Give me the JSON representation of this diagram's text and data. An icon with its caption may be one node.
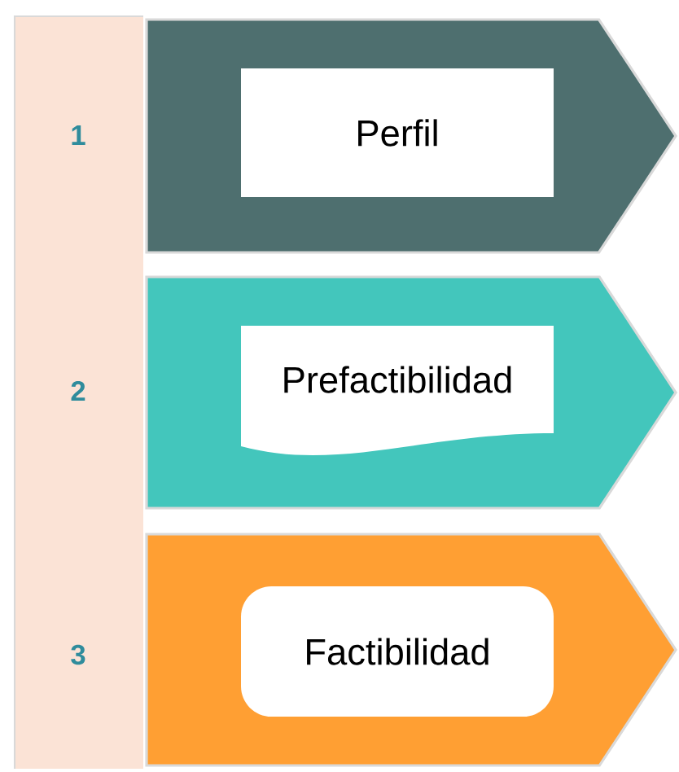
{
  "diagram": {
    "nodes": [
      {
        "text": [
          "1",
          "2",
          "3"
        ]
      },
      {
        "text": [],
        "shape": "arrow"
      },
      {
        "text": [
          "Perfil"
        ],
        "in": 1
      },
      {
        "text": [],
        "shape": "arrow"
      },
      {
        "text": [
          "Prefactibilidad"
        ],
        "in": 3
      },
      {
        "text": [],
        "shape": "arrow"
      },
      {
        "text": [
          "Factibilidad"
        ],
        "in": 5
      }
    ]
  }
}
